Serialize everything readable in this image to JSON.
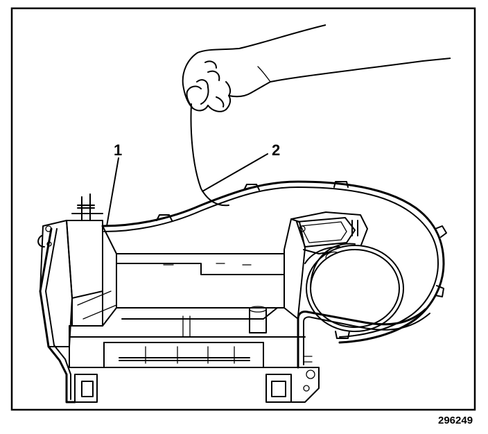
{
  "figure": {
    "figure_number": "296249",
    "callouts": [
      {
        "id": "1",
        "label": "1"
      },
      {
        "id": "2",
        "label": "2"
      }
    ],
    "colors": {
      "line": "#000000",
      "background": "#ffffff"
    }
  }
}
